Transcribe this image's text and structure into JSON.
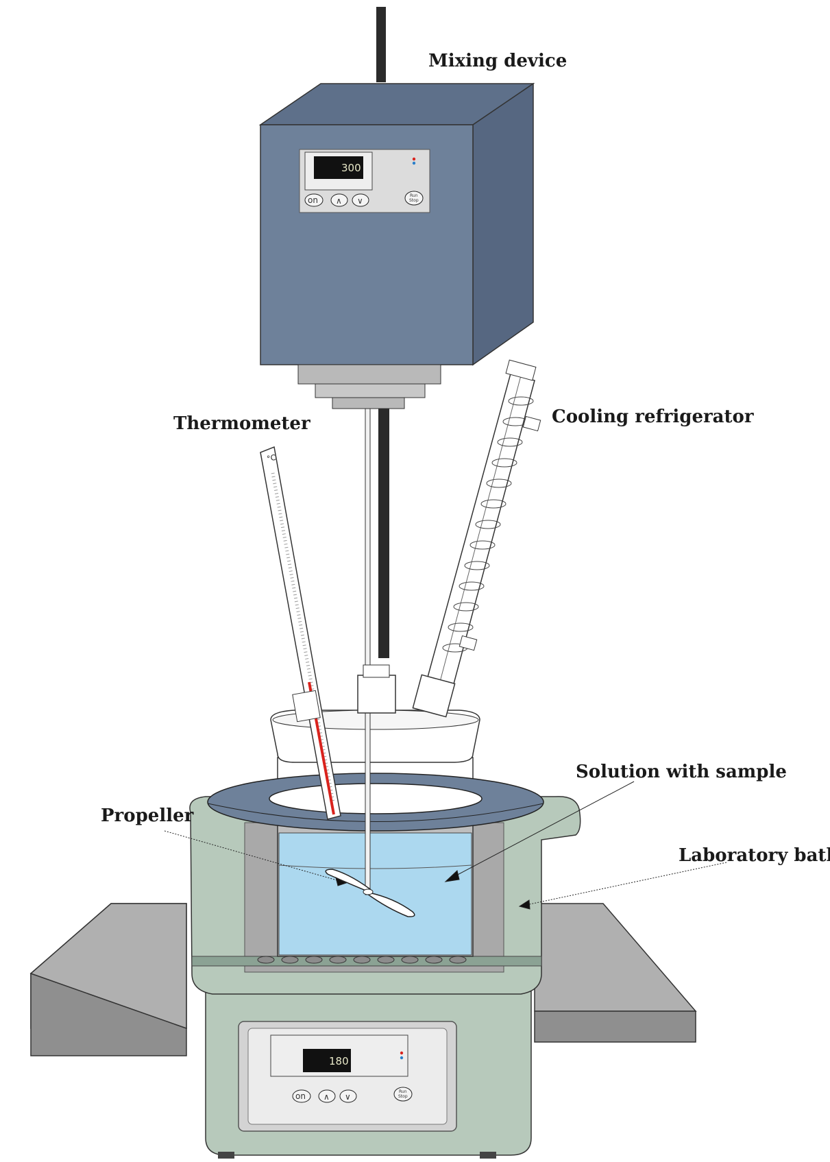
{
  "labels": {
    "mixing_device": "Mixing device",
    "thermometer": "Thermometer",
    "cooling_refrigerator": "Cooling refrigerator",
    "solution_with_sample": "Solution with sample",
    "propeller": "Propeller",
    "laboratory_bath": "Laboratory bath"
  },
  "mixer_panel": {
    "display_value": "300",
    "on_label": "on",
    "up_symbol": "∧",
    "down_symbol": "∨",
    "run_stop_line1": "Run",
    "run_stop_line2": "Stop"
  },
  "bath_panel": {
    "display_value": "180",
    "on_label": "on",
    "up_symbol": "∧",
    "down_symbol": "∨",
    "run_stop_line1": "Run",
    "run_stop_line2": "Stop"
  },
  "thermometer_unit": "°C",
  "colors": {
    "mixer_front": "#6e819a",
    "mixer_top": "#5e708a",
    "mixer_side": "#566781",
    "bath_body": "#b7c9bb",
    "bath_ring": "#6e819a",
    "bath_wall": "#a9a9a9",
    "solution": "#acd8ef",
    "plate": "#a3a3a3",
    "thermo_fluid": "#d9231d"
  }
}
